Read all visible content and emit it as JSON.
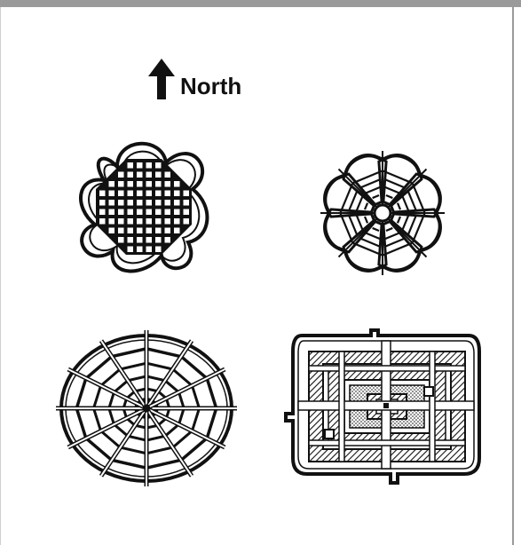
{
  "compass": {
    "label": "North",
    "icon": "north-arrow-icon"
  },
  "plans": [
    {
      "id": "clover-grid",
      "icon": "clover-grid-city-plan-icon"
    },
    {
      "id": "radial-flower",
      "icon": "radial-flower-city-plan-icon"
    },
    {
      "id": "spiderweb-oval",
      "icon": "spiderweb-oval-city-plan-icon"
    },
    {
      "id": "rectangular-walled",
      "icon": "rectangular-walled-city-plan-icon"
    }
  ],
  "colors": {
    "ink": "#111111",
    "frame": "#9a9a9a",
    "background": "#ffffff"
  }
}
